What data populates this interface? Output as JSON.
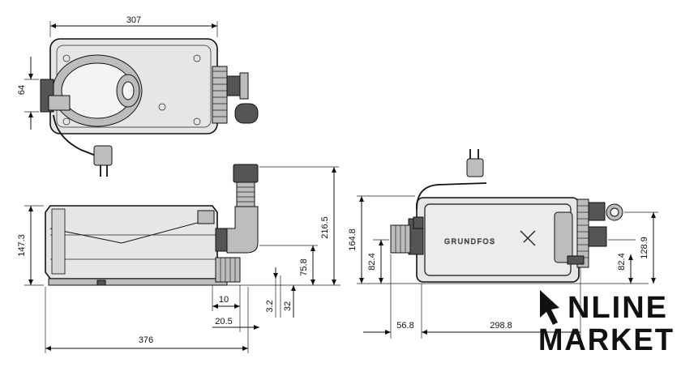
{
  "dimensions": {
    "top_width": "307",
    "top_side": "64",
    "front_height_left": "147.3",
    "front_total_height": "216.5",
    "front_outlet_height": "75.8",
    "front_small_10": "10",
    "front_small_3_2": "3.2",
    "front_small_32": "32",
    "front_small_20_5": "20.5",
    "front_length": "376",
    "side_height": "164.8",
    "side_inlet_height": "82.4",
    "side_inlet_height_right": "82.4",
    "side_total_right": "128.9",
    "side_offset": "56.8",
    "side_length": "298.8"
  },
  "labels": {
    "brand": "GRUNDFOS",
    "logo_line1": "NLINE",
    "logo_line2": "MARKET"
  }
}
